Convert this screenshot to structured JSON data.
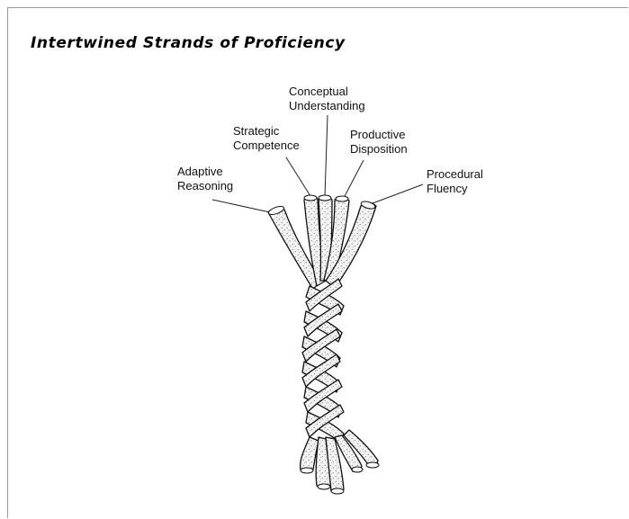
{
  "title": "Intertwined Strands of Proficiency",
  "strands": [
    {
      "id": "adaptive",
      "line1": "Adaptive",
      "line2": "Reasoning"
    },
    {
      "id": "strategic",
      "line1": "Strategic",
      "line2": "Competence"
    },
    {
      "id": "conceptual",
      "line1": "Conceptual",
      "line2": "Understanding"
    },
    {
      "id": "productive",
      "line1": "Productive",
      "line2": "Disposition"
    },
    {
      "id": "procedural",
      "line1": "Procedural",
      "line2": "Fluency"
    }
  ],
  "colors": {
    "ink": "#111111",
    "rope_fill": "#efefef",
    "frame": "#9a9a9a"
  }
}
